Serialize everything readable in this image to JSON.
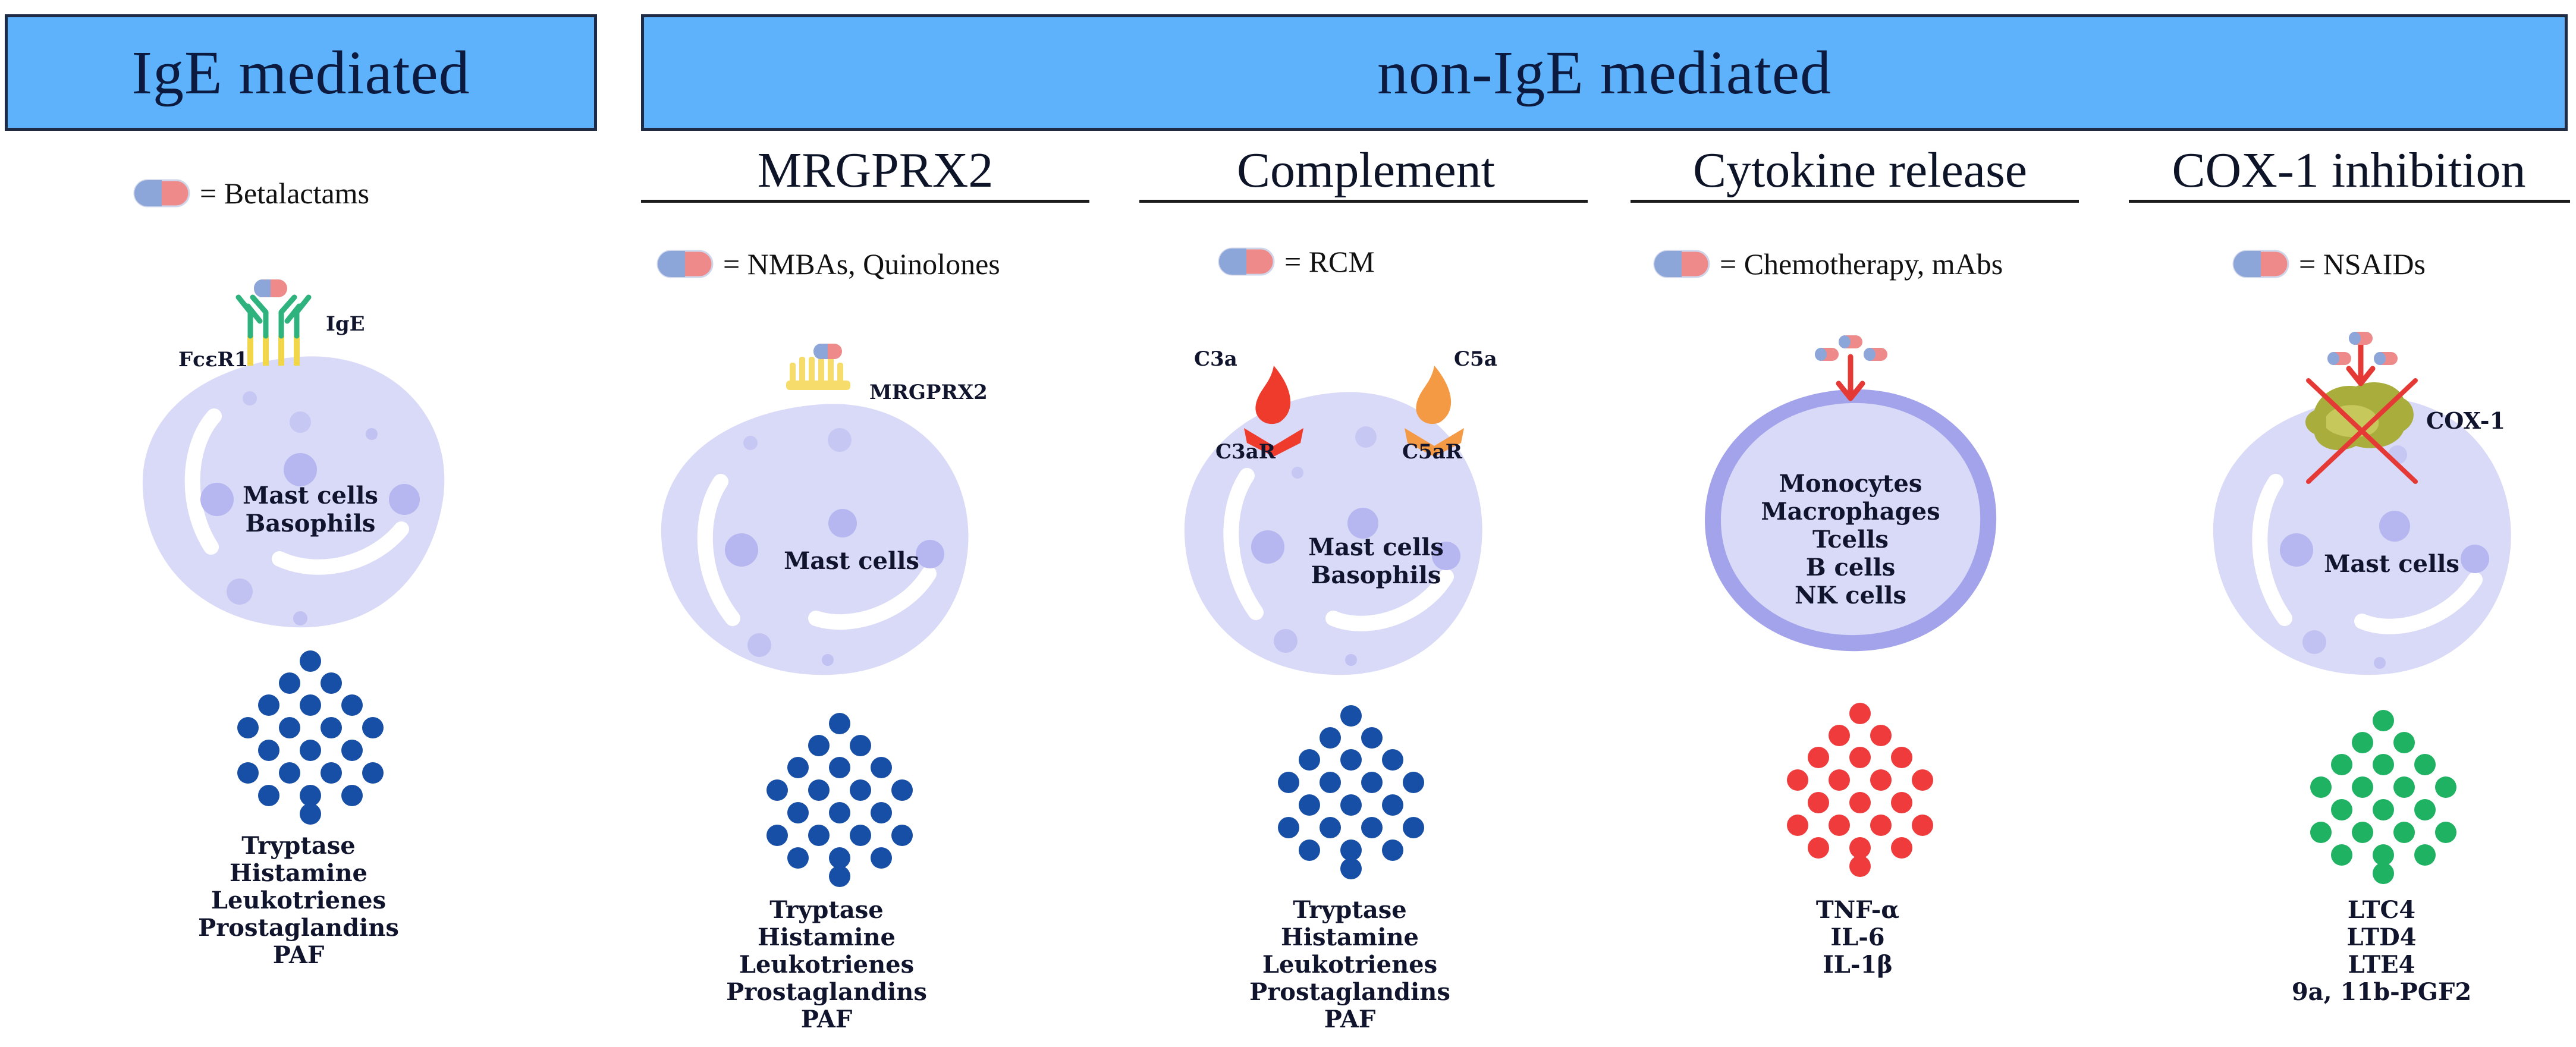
{
  "headers": {
    "ige": "IgE mediated",
    "non_ige": "non-IgE mediated"
  },
  "colors": {
    "header_bg": "#5db2fb",
    "cell_body": "#d9d9f8",
    "cell_nucleus": "#b6b6f0",
    "cytokine_cell_rim": "#a3a3ec",
    "ige_receptor": "#2fb37e",
    "fc_stem": "#f2d64a",
    "mrgprx2": "#f6dd6b",
    "c3a": "#ee3b2c",
    "c5a": "#f49a44",
    "cox1": "#a8ad3b",
    "blue_mediators": "#174ea6",
    "red_mediators": "#ef3b3b",
    "green_mediators": "#1fb262",
    "pill_left": "#8da6d9",
    "pill_right": "#ef8a8a",
    "arrow": "#e53935"
  },
  "icons": {
    "drug": "capsule-icon",
    "arrow": "down-arrow-icon",
    "inhibition": "red-cross-icon"
  },
  "panels": {
    "ige": {
      "drug_text": "= Betalactams",
      "receptor_label": "FcεR1",
      "antibody_label": "IgE",
      "cell_lines": [
        "Mast cells",
        "Basophils"
      ],
      "mediators": [
        "Tryptase",
        "Histamine",
        "Leukotrienes",
        "Prostaglandins",
        "PAF"
      ]
    },
    "mrgprx2": {
      "title": "MRGPRX2",
      "drug_text": "= NMBAs, Quinolones",
      "receptor_label": "MRGPRX2",
      "cell_lines": [
        "Mast cells"
      ],
      "mediators": [
        "Tryptase",
        "Histamine",
        "Leukotrienes",
        "Prostaglandins",
        "PAF"
      ]
    },
    "complement": {
      "title": "Complement",
      "drug_text": "= RCM",
      "c3a_label": "C3a",
      "c5a_label": "C5a",
      "c3ar_label": "C3aR",
      "c5ar_label": "C5aR",
      "cell_lines": [
        "Mast cells",
        "Basophils"
      ],
      "mediators": [
        "Tryptase",
        "Histamine",
        "Leukotrienes",
        "Prostaglandins",
        "PAF"
      ]
    },
    "cytokine": {
      "title": "Cytokine release",
      "drug_text": "= Chemotherapy, mAbs",
      "cell_lines": [
        "Monocytes",
        "Macrophages",
        "Tcells",
        "B cells",
        "NK cells"
      ],
      "mediators": [
        "TNF-α",
        "IL-6",
        "IL-1β"
      ]
    },
    "cox": {
      "title": "COX-1 inhibition",
      "drug_text": "= NSAIDs",
      "enzyme_label": "COX-1",
      "cell_lines": [
        "Mast cells"
      ],
      "mediators": [
        "LTC4",
        "LTD4",
        "LTE4",
        "9a, 11b-PGF2"
      ]
    }
  }
}
